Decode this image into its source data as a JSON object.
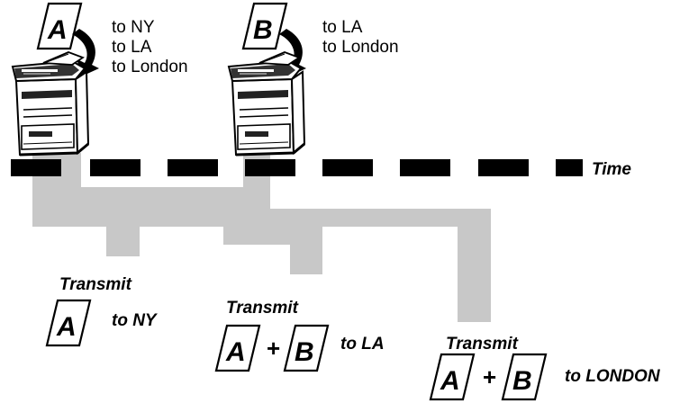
{
  "originals": [
    {
      "letter": "A",
      "destinations": [
        "to NY",
        "to LA",
        "to London"
      ]
    },
    {
      "letter": "B",
      "destinations": [
        "to LA",
        "to London"
      ]
    }
  ],
  "timeline": {
    "label": "Time"
  },
  "transmissions": [
    {
      "label": "Transmit",
      "docs": [
        "A"
      ],
      "plus": "",
      "destination": "to NY"
    },
    {
      "label": "Transmit",
      "docs": [
        "A",
        "B"
      ],
      "plus": "+",
      "destination": "to LA"
    },
    {
      "label": "Transmit",
      "docs": [
        "A",
        "B"
      ],
      "plus": "+",
      "destination": "to LONDON"
    }
  ],
  "colors": {
    "path": "#c8c8c8",
    "ink": "#000000",
    "dash": "#000000"
  },
  "icons": [
    "document-icon",
    "fax-machine-icon",
    "insert-arrow-icon"
  ]
}
